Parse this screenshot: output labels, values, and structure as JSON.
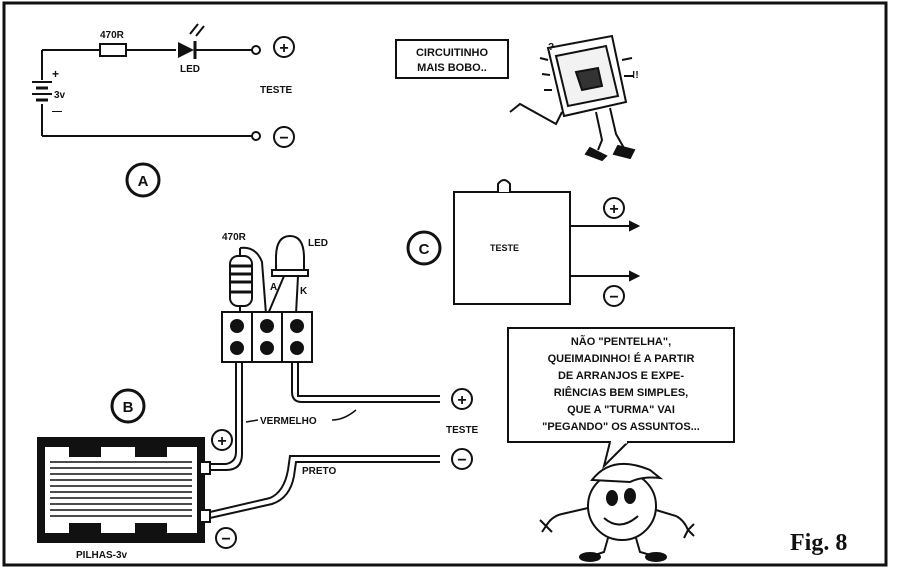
{
  "figure_label": "Fig. 8",
  "circuit_a": {
    "marker": "A",
    "resistor_label": "470R",
    "led_label": "LED",
    "battery_plus": "+",
    "battery_voltage": "3v",
    "battery_minus": "—",
    "test_label": "TESTE",
    "plus_symbol": "+",
    "minus_symbol": "−"
  },
  "circuit_b": {
    "marker": "B",
    "resistor_label": "470R",
    "led_label": "LED",
    "led_pin_a": "A",
    "led_pin_k": "K",
    "red_wire_label": "VERMELHO",
    "black_wire_label": "PRETO",
    "test_label": "TESTE",
    "battery_label": "PILHAS-3v",
    "plus_symbol": "+",
    "minus_symbol": "−"
  },
  "circuit_c": {
    "marker": "C",
    "box_label": "TESTE",
    "plus_symbol": "+",
    "minus_symbol": "−"
  },
  "cartoon_box": {
    "line1": "CIRCUITINHO",
    "line2": "MAIS BOBO.."
  },
  "speech_bubble": {
    "lines": [
      "NÃO \"PENTELHA\",",
      "QUEIMADINHO! É A PARTIR",
      "DE ARRANJOS E EXPE-",
      "RIÊNCIAS BEM SIMPLES,",
      "QUE A \"TURMA\" VAI",
      "\"PEGANDO\" OS ASSUNTOS..."
    ]
  }
}
